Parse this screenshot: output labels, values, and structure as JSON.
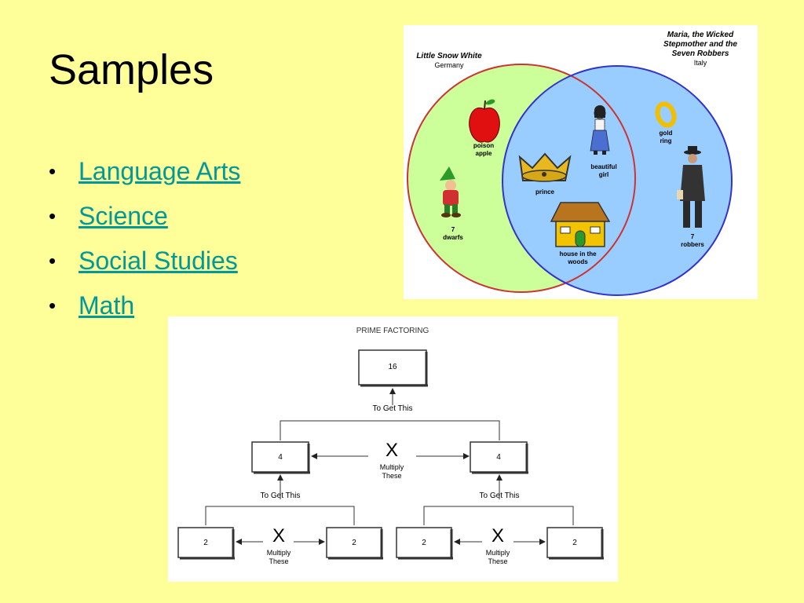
{
  "slide": {
    "title": "Samples",
    "bullet": "•",
    "links": [
      {
        "label": "Language Arts"
      },
      {
        "label": "Science"
      },
      {
        "label": "Social Studies"
      },
      {
        "label": "Math"
      }
    ]
  },
  "colors": {
    "background": "#ffff99",
    "link": "#009999",
    "venn_left_fill": "#ccff99",
    "venn_right_fill": "#99ccff",
    "venn_left_stroke": "#cc3333",
    "venn_right_stroke": "#3333cc"
  },
  "venn": {
    "left_title": "Little Snow White",
    "left_subtitle": "Germany",
    "right_title_lines": [
      "Maria, the Wicked",
      "Stepmother and the",
      "Seven Robbers"
    ],
    "right_subtitle": "Italy",
    "items": {
      "apple": [
        "poison",
        "apple"
      ],
      "dwarfs": [
        "7",
        "dwarfs"
      ],
      "prince": [
        "prince"
      ],
      "girl": [
        "beautiful",
        "girl"
      ],
      "house": [
        "house in the",
        "woods"
      ],
      "ring": [
        "gold",
        "ring"
      ],
      "robbers": [
        "7",
        "robbers"
      ]
    }
  },
  "prime": {
    "title": "PRIME FACTORING",
    "top": "16",
    "to_get_this": "To Get This",
    "x_symbol": "X",
    "multiply": [
      "Multiply",
      "These"
    ],
    "level2": [
      "4",
      "4"
    ],
    "level3": [
      "2",
      "2",
      "2",
      "2"
    ]
  }
}
